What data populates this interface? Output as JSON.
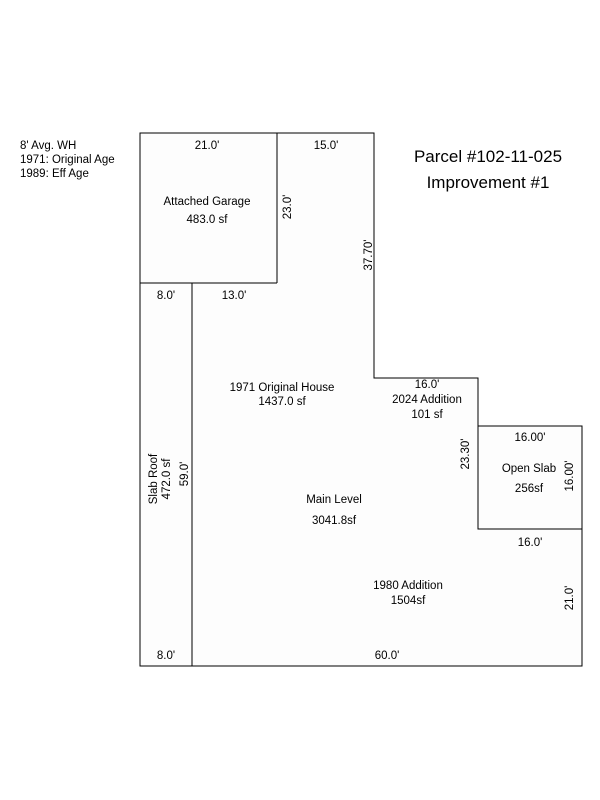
{
  "info": {
    "line1": "8' Avg. WH",
    "line2": "1971: Original Age",
    "line3": "1989: Eff Age"
  },
  "title": {
    "line1": "Parcel #102-11-025",
    "line2": "Improvement #1"
  },
  "areas": {
    "garage": {
      "name": "Attached Garage",
      "size": "483.0 sf"
    },
    "original_house": {
      "name": "1971 Original House",
      "size": "1437.0 sf"
    },
    "addition_2024": {
      "name": "2024 Addition",
      "size": "101 sf"
    },
    "open_slab": {
      "name": "Open Slab",
      "size": "256sf"
    },
    "main_level": {
      "name": "Main Level",
      "size": "3041.8sf"
    },
    "addition_1980": {
      "name": "1980 Addition",
      "size": "1504sf"
    },
    "slab_roof": {
      "name": "Slab Roof",
      "size": "472.0 sf"
    }
  },
  "dimensions": {
    "garage_top": "21.0'",
    "top_right": "15.0'",
    "garage_side": "23.0'",
    "right_upper": "37.70'",
    "slab_top": "8.0'",
    "garage_bottom": "13.0'",
    "addition_2024_top": "16.0'",
    "addition_2024_side": "23.30'",
    "open_slab_top": "16.00'",
    "open_slab_side": "16.00'",
    "open_slab_bottom": "16.0'",
    "slab_side": "59.0'",
    "right_lower": "21.0'",
    "slab_bottom": "8.0'",
    "bottom": "60.0'"
  }
}
